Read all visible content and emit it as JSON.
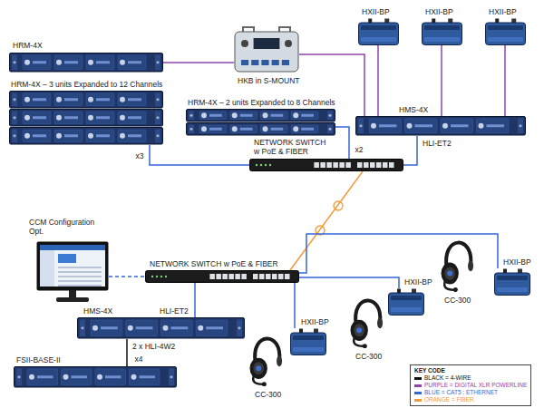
{
  "diagram": {
    "nodes": [
      {
        "text": [
          "HRM-4X"
        ]
      },
      {
        "text": [
          "HKB in S-MOUNT"
        ]
      },
      {
        "text": [
          "HXII-BP"
        ]
      },
      {
        "text": [
          "HXII-BP"
        ]
      },
      {
        "text": [
          "HXII-BP"
        ]
      },
      {
        "text": [
          "HRM-4X – 3 units Expanded to 12 Channels"
        ]
      },
      {
        "text": [
          "HRM-4X – 2 units Expanded to 8 Channels"
        ]
      },
      {
        "text": [
          "HMS-4X"
        ]
      },
      {
        "text": [
          "NETWORK SWITCH w PoE & FIBER"
        ]
      },
      {
        "text": [
          "CCM Configuration Opt."
        ]
      },
      {
        "text": [
          "NETWORK SWITCH w PoE & FIBER"
        ]
      },
      {
        "text": [
          "HMS-4X"
        ]
      },
      {
        "text": [
          "FSII-BASE-II"
        ]
      },
      {
        "text": [
          "HXII-BP"
        ]
      },
      {
        "text": [
          "CC-300"
        ]
      },
      {
        "text": [
          "HXII-BP"
        ]
      },
      {
        "text": [
          "CC-300"
        ]
      },
      {
        "text": [
          "HXII-BP"
        ]
      },
      {
        "text": [
          "CC-300"
        ]
      }
    ],
    "edges": [
      {
        "from": 0,
        "to": 1,
        "arrow": "none"
      },
      {
        "from": 1,
        "to": 7,
        "arrow": "none"
      },
      {
        "from": 2,
        "to": 7,
        "arrow": "none"
      },
      {
        "from": 3,
        "to": 7,
        "arrow": "none"
      },
      {
        "from": 4,
        "to": 7,
        "arrow": "none"
      },
      {
        "from": 5,
        "to": 8,
        "label": "x3",
        "arrow": "none"
      },
      {
        "from": 6,
        "to": 8,
        "label": "x2",
        "arrow": "none"
      },
      {
        "from": 7,
        "to": 8,
        "arrow": "none"
      },
      {
        "from": 8,
        "to": 10,
        "arrow": "none"
      },
      {
        "from": 9,
        "to": 10,
        "arrow": "none"
      },
      {
        "from": 10,
        "to": 11,
        "arrow": "none"
      },
      {
        "from": 11,
        "to": 12,
        "label": "x4",
        "arrow": "none"
      },
      {
        "from": 10,
        "to": 13,
        "arrow": "none"
      },
      {
        "from": 10,
        "to": 15,
        "arrow": "none"
      },
      {
        "from": 10,
        "to": 17,
        "arrow": "none"
      }
    ],
    "labels": [
      "HLI-ET2",
      "HLI-ET2",
      "2 x HLI-4W2",
      "KEY CODE"
    ],
    "legend": [
      {
        "text": "BLACK = 4-WIRE",
        "color": "#111111"
      },
      {
        "text": "PURPLE = DIGITAL XLR POWERLINE",
        "color": "#8e44ad"
      },
      {
        "text": "BLUE = CAT5 : ETHERNET",
        "color": "#3566d6"
      },
      {
        "text": "ORANGE = FIBER",
        "color": "#f39a3a"
      }
    ]
  }
}
